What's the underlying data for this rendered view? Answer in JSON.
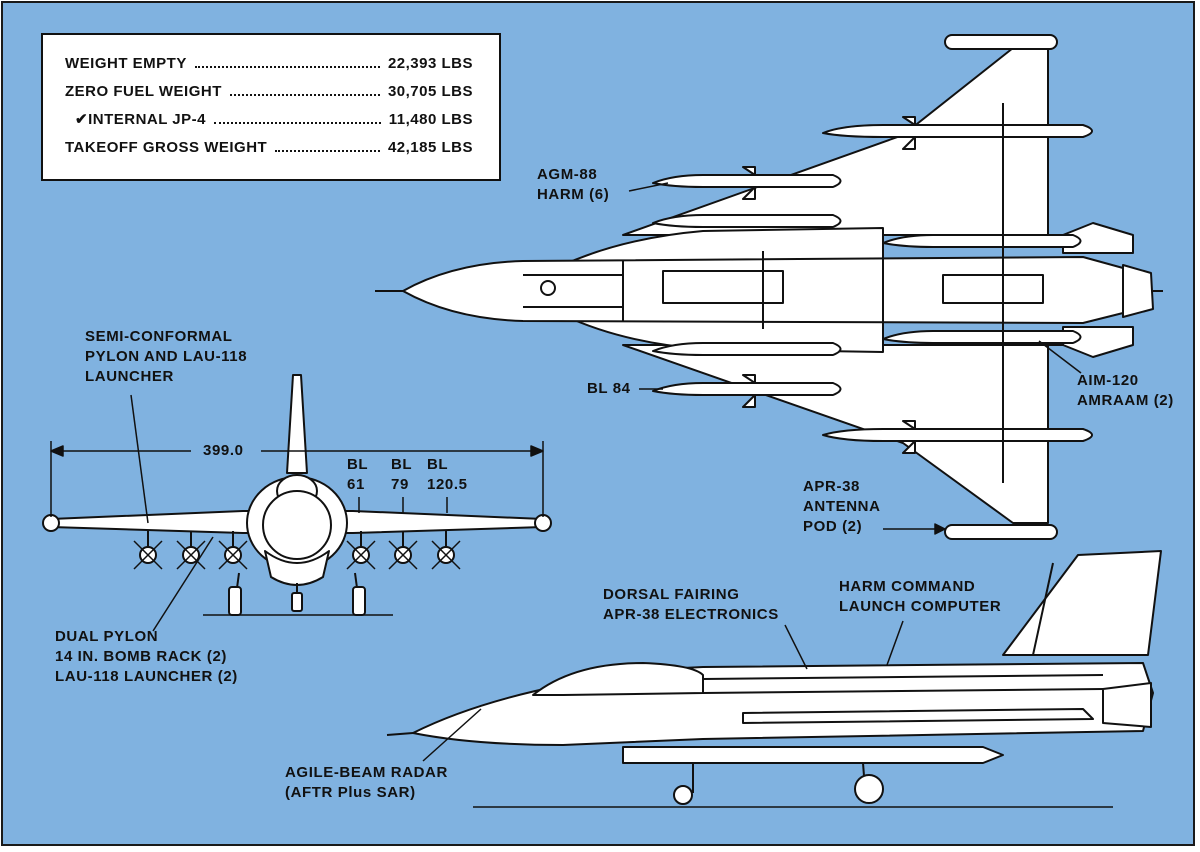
{
  "weights_table": {
    "rows": [
      {
        "label": "WEIGHT EMPTY",
        "value": "22,393 LBS"
      },
      {
        "label": "ZERO FUEL WEIGHT",
        "value": "30,705 LBS"
      },
      {
        "label": "✔INTERNAL JP-4",
        "value": "11,480 LBS"
      },
      {
        "label": "TAKEOFF GROSS WEIGHT",
        "value": "42,185 LBS"
      }
    ]
  },
  "labels": {
    "agm88": "AGM-88\nHARM (6)",
    "bl84": "BL 84",
    "aim120": "AIM-120\nAMRAAM (2)",
    "apr38_pod": "APR-38\nANTENNA\nPOD (2)",
    "semi_conformal": "SEMI-CONFORMAL\nPYLON AND LAU-118\nLAUNCHER",
    "span": "399.0",
    "bl61": "BL\n61",
    "bl79": "BL\n79",
    "bl120": "BL\n120.5",
    "dual_pylon": "DUAL PYLON\n14 IN. BOMB RACK (2)\nLAU-118 LAUNCHER (2)",
    "dorsal": "DORSAL FAIRING\nAPR-38 ELECTRONICS",
    "harm_computer": "HARM COMMAND\nLAUNCH COMPUTER",
    "radar": "AGILE-BEAM RADAR\n(AFTR Plus SAR)"
  },
  "colors": {
    "background": "#80b2e0",
    "aircraft": "#ffffff",
    "line": "#111111"
  }
}
